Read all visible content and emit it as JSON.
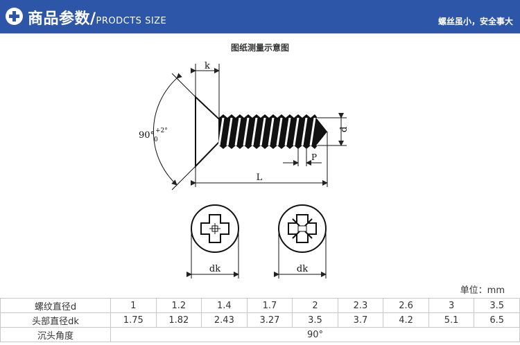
{
  "header": {
    "title": "商品参数/",
    "subtitle": "PRODCTS SIZE",
    "slogan": "螺丝虽小，安全事大",
    "bg_color": "#2d56a8",
    "icon": "plus-circle-icon"
  },
  "drawing": {
    "caption": "图纸测量示意图",
    "labels": {
      "k": "k",
      "angle_main": "90°",
      "angle_sup": "+2°",
      "angle_sub": "0",
      "d": "d",
      "p": "P",
      "l": "L",
      "dk_left": "dk",
      "dk_right": "dk"
    }
  },
  "table": {
    "unit": "单位：mm",
    "rows": [
      {
        "label": "螺纹直径d",
        "values": [
          "1",
          "1.2",
          "1.4",
          "1.7",
          "2",
          "2.3",
          "2.6",
          "3",
          "3.5"
        ]
      },
      {
        "label": "头部直径dk",
        "values": [
          "1.75",
          "1.82",
          "2.43",
          "3.27",
          "3.5",
          "3.7",
          "4.2",
          "5.1",
          "6.5"
        ]
      }
    ],
    "angle_row": {
      "label": "沉头角度",
      "value": "90°"
    }
  }
}
